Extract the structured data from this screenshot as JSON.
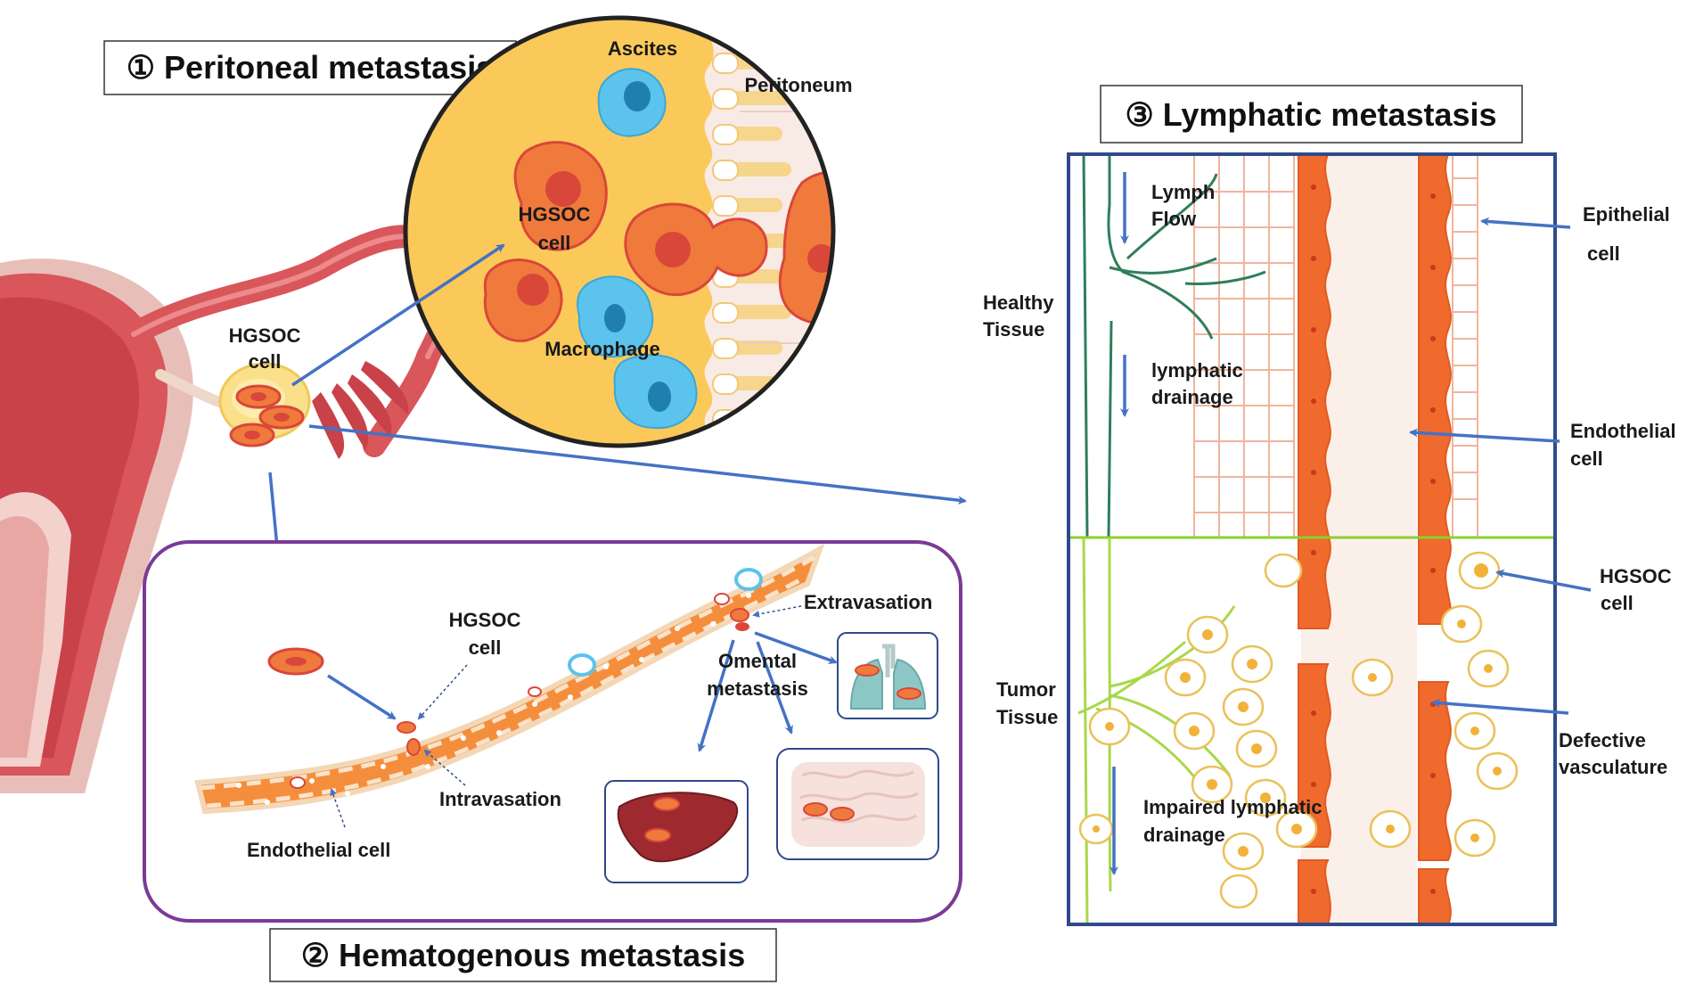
{
  "titles": {
    "peritoneal": "① Peritoneal metastasis",
    "hematogenous": "② Hematogenous metastasis",
    "lymphatic": "③ Lymphatic metastasis"
  },
  "ovary": {
    "hgsoc_l1": "HGSOC",
    "hgsoc_l2": "cell"
  },
  "peritoneal": {
    "ascites": "Ascites",
    "peritoneum": "Peritoneum",
    "hgsoc_l1": "HGSOC",
    "hgsoc_l2": "cell",
    "macrophage": "Macrophage"
  },
  "hematogenous": {
    "hgsoc_l1": "HGSOC",
    "hgsoc_l2": "cell",
    "extravasation": "Extravasation",
    "omental_l1": "Omental",
    "omental_l2": "metastasis",
    "intravasation": "Intravasation",
    "endothelial": "Endothelial cell"
  },
  "lymphatic": {
    "lymph_flow_l1": "Lymph",
    "lymph_flow_l2": "Flow",
    "healthy_l1": "Healthy",
    "healthy_l2": "Tissue",
    "drainage_l1": "lymphatic",
    "drainage_l2": "drainage",
    "tumor_l1": "Tumor",
    "tumor_l2": "Tissue",
    "impaired_l1": "Impaired lymphatic",
    "impaired_l2": "drainage",
    "epithelial_l1": "Epithelial",
    "epithelial_l2": "cell",
    "endothelial_l1": "Endothelial",
    "endothelial_l2": "cell",
    "hgsoc_l1": "HGSOC",
    "hgsoc_l2": "cell",
    "defective_l1": "Defective",
    "defective_l2": "vasculature"
  },
  "colors": {
    "arrow": "#4472c4",
    "tumor_cell": "#f07a3c",
    "nucleus": "#d9473a",
    "ascites_fluid": "#fbc95a",
    "macrophage": "#5cc3ec",
    "uterus": "#d9565a",
    "frame_blue": "#2f4a8a",
    "frame_purple": "#7a3b96"
  }
}
